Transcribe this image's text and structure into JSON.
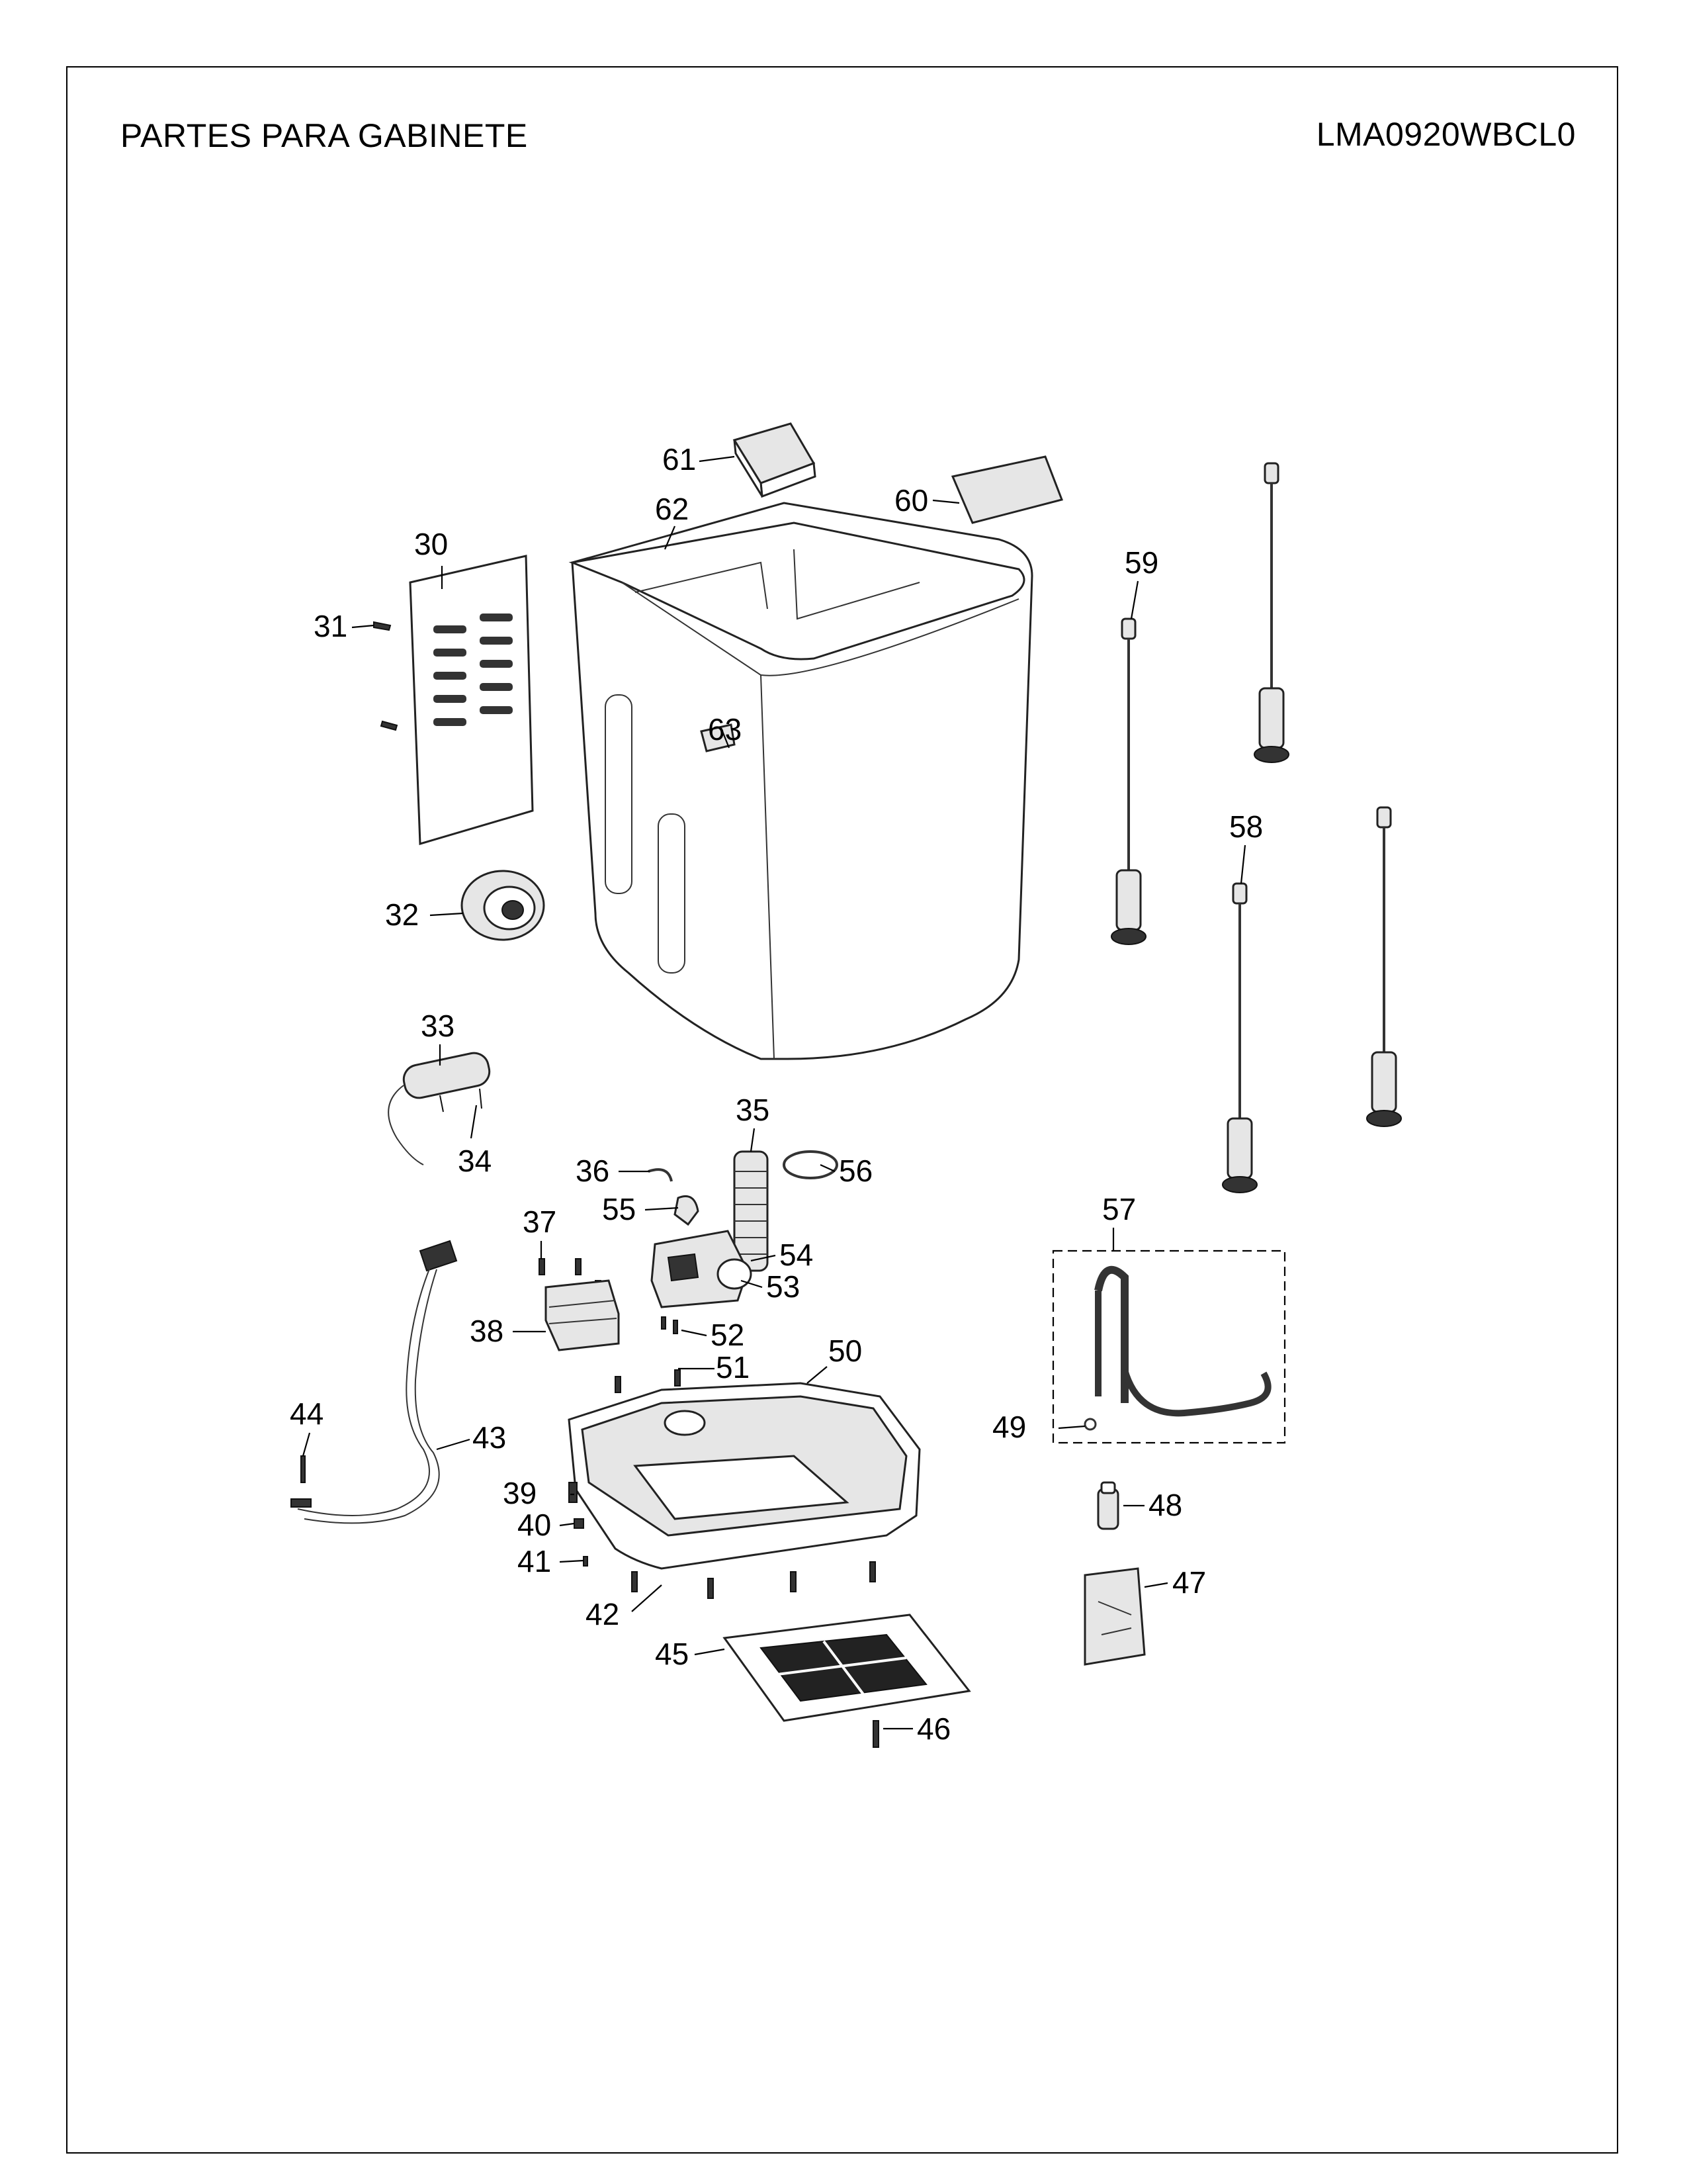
{
  "header": {
    "title": "PARTES PARA GABINETE",
    "model": "LMA0920WBCL0"
  },
  "callouts": [
    "30",
    "31",
    "32",
    "33",
    "34",
    "35",
    "36",
    "37",
    "38",
    "39",
    "40",
    "41",
    "42",
    "43",
    "44",
    "45",
    "46",
    "47",
    "48",
    "49",
    "50",
    "51",
    "52",
    "53",
    "54",
    "55",
    "56",
    "57",
    "58",
    "59",
    "60",
    "61",
    "62",
    "63"
  ]
}
